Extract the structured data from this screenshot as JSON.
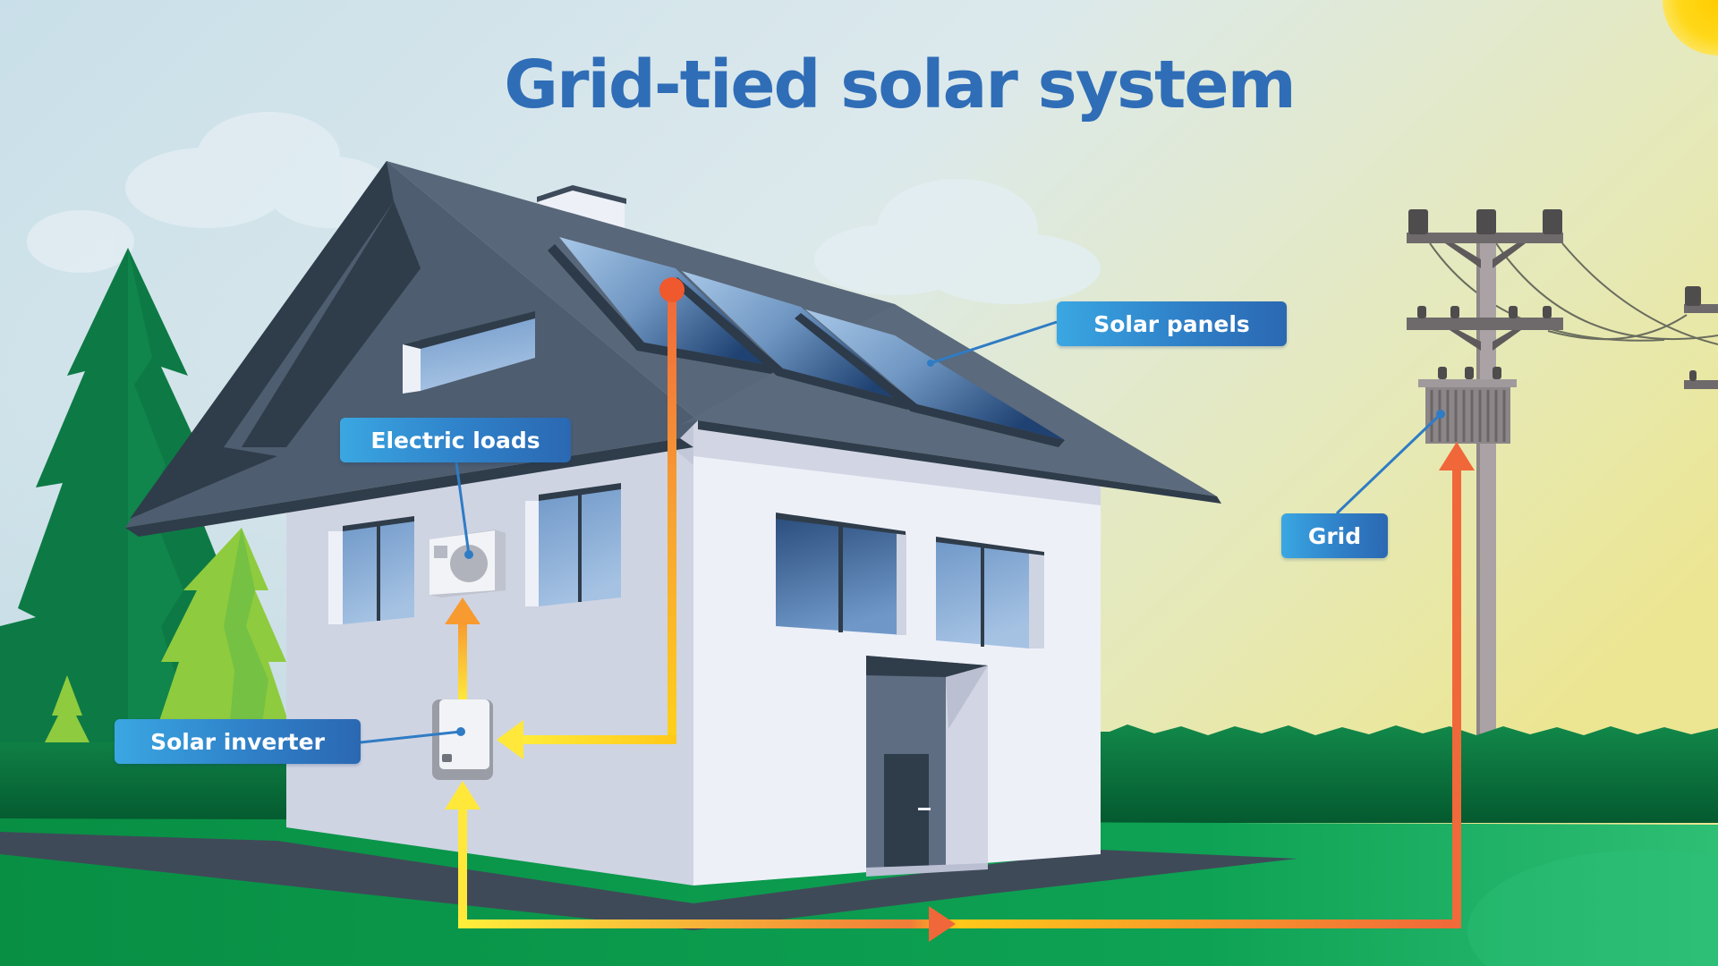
{
  "title": "Grid-tied solar system",
  "labels": {
    "solar_panels": "Solar panels",
    "electric_loads": "Electric loads",
    "solar_inverter": "Solar inverter",
    "grid": "Grid"
  },
  "components": [
    {
      "id": "solar_panels",
      "label": "Solar panels",
      "icon": "solar-panel-icon"
    },
    {
      "id": "solar_inverter",
      "label": "Solar inverter",
      "icon": "inverter-icon"
    },
    {
      "id": "electric_loads",
      "label": "Electric loads",
      "icon": "air-conditioner-icon"
    },
    {
      "id": "grid",
      "label": "Grid",
      "icon": "utility-pole-transformer-icon"
    }
  ],
  "flows": [
    {
      "from": "solar_panels",
      "to": "solar_inverter",
      "color": "orange-to-yellow"
    },
    {
      "from": "solar_inverter",
      "to": "electric_loads",
      "color": "yellow-to-orange"
    },
    {
      "from": "grid",
      "to": "solar_inverter",
      "color": "orange-to-yellow"
    },
    {
      "from": "solar_inverter",
      "to": "grid",
      "color": "yellow-to-orange"
    }
  ],
  "colors": {
    "title": "#2f6db7",
    "callout_start": "#3aa7e2",
    "callout_end": "#2b68b2",
    "leader_line": "#2f7cc4",
    "flow_yellow": "#ffe83a",
    "flow_orange": "#f0673a",
    "roof": "#4f5f72",
    "roof_dark": "#2f3d4b",
    "wall_light": "#eef0f8",
    "wall_shade": "#cdd3e2",
    "grass": "#0a9a4a",
    "tree_dark": "#0f7a45",
    "tree_light": "#8fcb3e",
    "sun": "#ffd21a"
  }
}
